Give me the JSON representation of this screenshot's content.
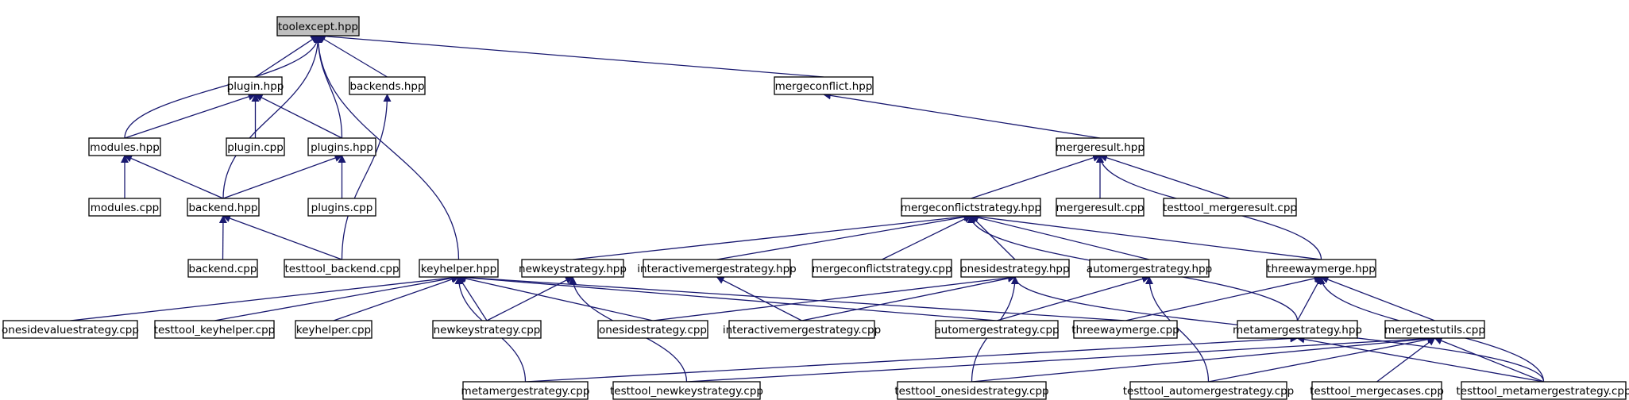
{
  "colors": {
    "edge": "#191970",
    "node_fill": "#ffffff",
    "highlight_fill": "#bfbfbf",
    "node_border": "#000000"
  },
  "nodes": [
    {
      "id": "toolexcept",
      "label": "toolexcept.hpp",
      "highlight": true
    },
    {
      "id": "plugin_hpp",
      "label": "plugin.hpp"
    },
    {
      "id": "backends_hpp",
      "label": "backends.hpp"
    },
    {
      "id": "mergeconflict_hpp",
      "label": "mergeconflict.hpp"
    },
    {
      "id": "modules_hpp",
      "label": "modules.hpp"
    },
    {
      "id": "plugin_cpp",
      "label": "plugin.cpp"
    },
    {
      "id": "plugins_hpp",
      "label": "plugins.hpp"
    },
    {
      "id": "mergeresult_hpp",
      "label": "mergeresult.hpp"
    },
    {
      "id": "modules_cpp",
      "label": "modules.cpp"
    },
    {
      "id": "backend_hpp",
      "label": "backend.hpp"
    },
    {
      "id": "plugins_cpp",
      "label": "plugins.cpp"
    },
    {
      "id": "mergeconflictstrategy_hpp",
      "label": "mergeconflictstrategy.hpp"
    },
    {
      "id": "mergeresult_cpp",
      "label": "mergeresult.cpp"
    },
    {
      "id": "testtool_mergeresult_cpp",
      "label": "testtool_mergeresult.cpp"
    },
    {
      "id": "backend_cpp",
      "label": "backend.cpp"
    },
    {
      "id": "testtool_backend_cpp",
      "label": "testtool_backend.cpp"
    },
    {
      "id": "keyhelper_hpp",
      "label": "keyhelper.hpp"
    },
    {
      "id": "newkeystrategy_hpp",
      "label": "newkeystrategy.hpp"
    },
    {
      "id": "interactivemergestrategy_hpp",
      "label": "interactivemergestrategy.hpp"
    },
    {
      "id": "mergeconflictstrategy_cpp",
      "label": "mergeconflictstrategy.cpp"
    },
    {
      "id": "onesidestrategy_hpp",
      "label": "onesidestrategy.hpp"
    },
    {
      "id": "automergestrategy_hpp",
      "label": "automergestrategy.hpp"
    },
    {
      "id": "threewaymerge_hpp",
      "label": "threewaymerge.hpp"
    },
    {
      "id": "onesidevaluestrategy_cpp",
      "label": "onesidevaluestrategy.cpp"
    },
    {
      "id": "testtool_keyhelper_cpp",
      "label": "testtool_keyhelper.cpp"
    },
    {
      "id": "keyhelper_cpp",
      "label": "keyhelper.cpp"
    },
    {
      "id": "newkeystrategy_cpp",
      "label": "newkeystrategy.cpp"
    },
    {
      "id": "onesidestrategy_cpp",
      "label": "onesidestrategy.cpp"
    },
    {
      "id": "interactivemergestrategy_cpp",
      "label": "interactivemergestrategy.cpp"
    },
    {
      "id": "automergestrategy_cpp",
      "label": "automergestrategy.cpp"
    },
    {
      "id": "threewaymerge_cpp",
      "label": "threewaymerge.cpp"
    },
    {
      "id": "metamergestrategy_hpp",
      "label": "metamergestrategy.hpp"
    },
    {
      "id": "mergetestutils_cpp",
      "label": "mergetestutils.cpp"
    },
    {
      "id": "metamergestrategy_cpp",
      "label": "metamergestrategy.cpp"
    },
    {
      "id": "testtool_newkeystrategy_cpp",
      "label": "testtool_newkeystrategy.cpp"
    },
    {
      "id": "testtool_onesidestrategy_cpp",
      "label": "testtool_onesidestrategy.cpp"
    },
    {
      "id": "testtool_automergestrategy_cpp",
      "label": "testtool_automergestrategy.cpp"
    },
    {
      "id": "testtool_mergecases_cpp",
      "label": "testtool_mergecases.cpp"
    },
    {
      "id": "testtool_metamergestrategy_cpp",
      "label": "testtool_metamergestrategy.cpp"
    }
  ],
  "edges": [
    [
      "plugin_hpp",
      "toolexcept"
    ],
    [
      "backends_hpp",
      "toolexcept"
    ],
    [
      "mergeconflict_hpp",
      "toolexcept"
    ],
    [
      "modules_hpp",
      "toolexcept"
    ],
    [
      "plugins_hpp",
      "toolexcept"
    ],
    [
      "backend_hpp",
      "toolexcept"
    ],
    [
      "keyhelper_hpp",
      "toolexcept"
    ],
    [
      "modules_hpp",
      "plugin_hpp"
    ],
    [
      "plugin_cpp",
      "plugin_hpp"
    ],
    [
      "plugins_hpp",
      "plugin_hpp"
    ],
    [
      "testtool_backend_cpp",
      "backends_hpp"
    ],
    [
      "mergeresult_hpp",
      "mergeconflict_hpp"
    ],
    [
      "modules_cpp",
      "modules_hpp"
    ],
    [
      "backend_hpp",
      "modules_hpp"
    ],
    [
      "backend_hpp",
      "plugins_hpp"
    ],
    [
      "plugins_cpp",
      "plugins_hpp"
    ],
    [
      "backend_cpp",
      "backend_hpp"
    ],
    [
      "testtool_backend_cpp",
      "backend_hpp"
    ],
    [
      "mergeconflictstrategy_hpp",
      "mergeresult_hpp"
    ],
    [
      "mergeresult_cpp",
      "mergeresult_hpp"
    ],
    [
      "testtool_mergeresult_cpp",
      "mergeresult_hpp"
    ],
    [
      "threewaymerge_hpp",
      "mergeresult_hpp"
    ],
    [
      "newkeystrategy_hpp",
      "mergeconflictstrategy_hpp"
    ],
    [
      "interactivemergestrategy_hpp",
      "mergeconflictstrategy_hpp"
    ],
    [
      "mergeconflictstrategy_cpp",
      "mergeconflictstrategy_hpp"
    ],
    [
      "onesidestrategy_hpp",
      "mergeconflictstrategy_hpp"
    ],
    [
      "automergestrategy_hpp",
      "mergeconflictstrategy_hpp"
    ],
    [
      "threewaymerge_hpp",
      "mergeconflictstrategy_hpp"
    ],
    [
      "metamergestrategy_hpp",
      "mergeconflictstrategy_hpp"
    ],
    [
      "onesidevaluestrategy_cpp",
      "keyhelper_hpp"
    ],
    [
      "testtool_keyhelper_cpp",
      "keyhelper_hpp"
    ],
    [
      "keyhelper_cpp",
      "keyhelper_hpp"
    ],
    [
      "newkeystrategy_cpp",
      "keyhelper_hpp"
    ],
    [
      "onesidestrategy_cpp",
      "keyhelper_hpp"
    ],
    [
      "automergestrategy_cpp",
      "keyhelper_hpp"
    ],
    [
      "threewaymerge_cpp",
      "keyhelper_hpp"
    ],
    [
      "metamergestrategy_cpp",
      "keyhelper_hpp"
    ],
    [
      "newkeystrategy_cpp",
      "newkeystrategy_hpp"
    ],
    [
      "testtool_newkeystrategy_cpp",
      "newkeystrategy_hpp"
    ],
    [
      "interactivemergestrategy_cpp",
      "interactivemergestrategy_hpp"
    ],
    [
      "onesidestrategy_cpp",
      "onesidestrategy_hpp"
    ],
    [
      "interactivemergestrategy_cpp",
      "onesidestrategy_hpp"
    ],
    [
      "testtool_onesidestrategy_cpp",
      "onesidestrategy_hpp"
    ],
    [
      "testtool_metamergestrategy_cpp",
      "onesidestrategy_hpp"
    ],
    [
      "automergestrategy_cpp",
      "automergestrategy_hpp"
    ],
    [
      "testtool_automergestrategy_cpp",
      "automergestrategy_hpp"
    ],
    [
      "threewaymerge_cpp",
      "threewaymerge_hpp"
    ],
    [
      "metamergestrategy_hpp",
      "threewaymerge_hpp"
    ],
    [
      "mergetestutils_cpp",
      "threewaymerge_hpp"
    ],
    [
      "testtool_metamergestrategy_cpp",
      "threewaymerge_hpp"
    ],
    [
      "metamergestrategy_cpp",
      "metamergestrategy_hpp"
    ],
    [
      "testtool_metamergestrategy_cpp",
      "metamergestrategy_hpp"
    ],
    [
      "testtool_newkeystrategy_cpp",
      "mergetestutils_cpp"
    ],
    [
      "testtool_onesidestrategy_cpp",
      "mergetestutils_cpp"
    ],
    [
      "testtool_automergestrategy_cpp",
      "mergetestutils_cpp"
    ],
    [
      "testtool_mergecases_cpp",
      "mergetestutils_cpp"
    ],
    [
      "testtool_metamergestrategy_cpp",
      "mergetestutils_cpp"
    ]
  ]
}
